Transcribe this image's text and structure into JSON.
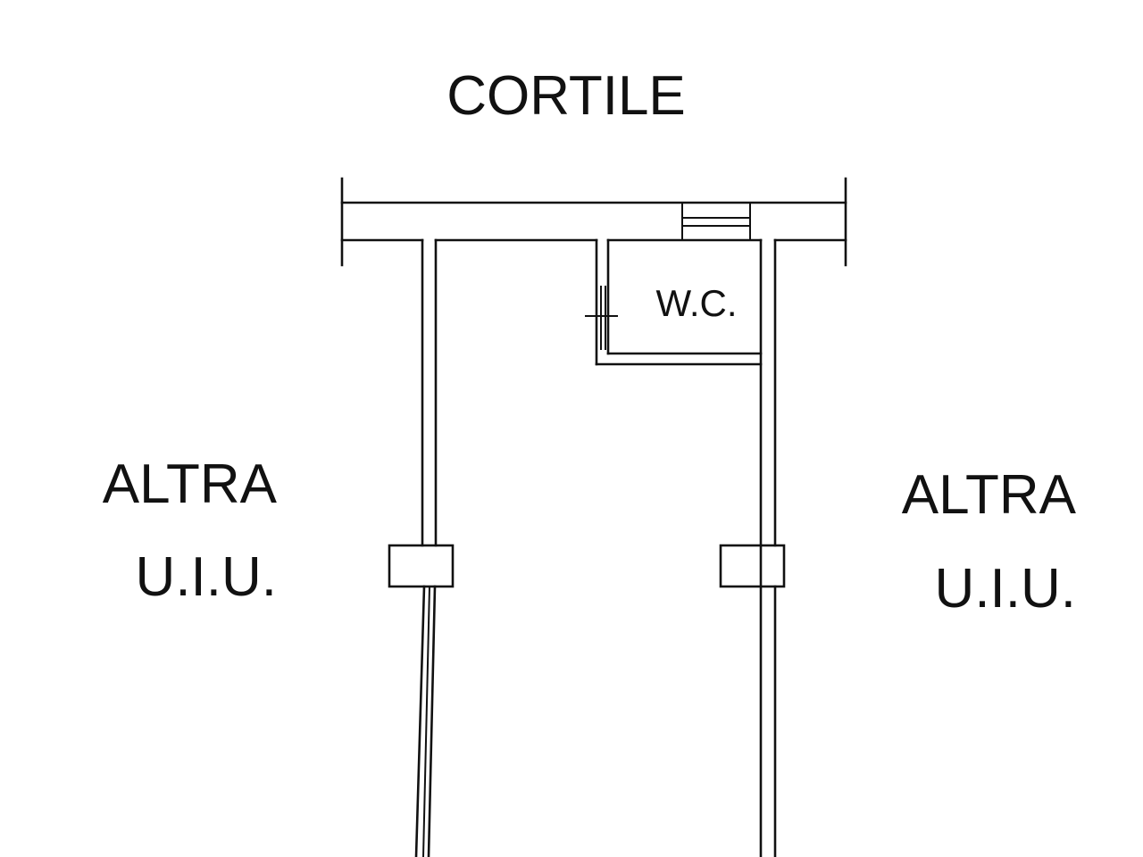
{
  "labels": {
    "courtyard": "CORTILE",
    "wc": "W.C.",
    "left_unit_line1": "ALTRA",
    "left_unit_line2": "U.I.U.",
    "right_unit_line1": "ALTRA",
    "right_unit_line2": "U.I.U."
  },
  "colors": {
    "line": "#111111",
    "background": "#ffffff"
  }
}
